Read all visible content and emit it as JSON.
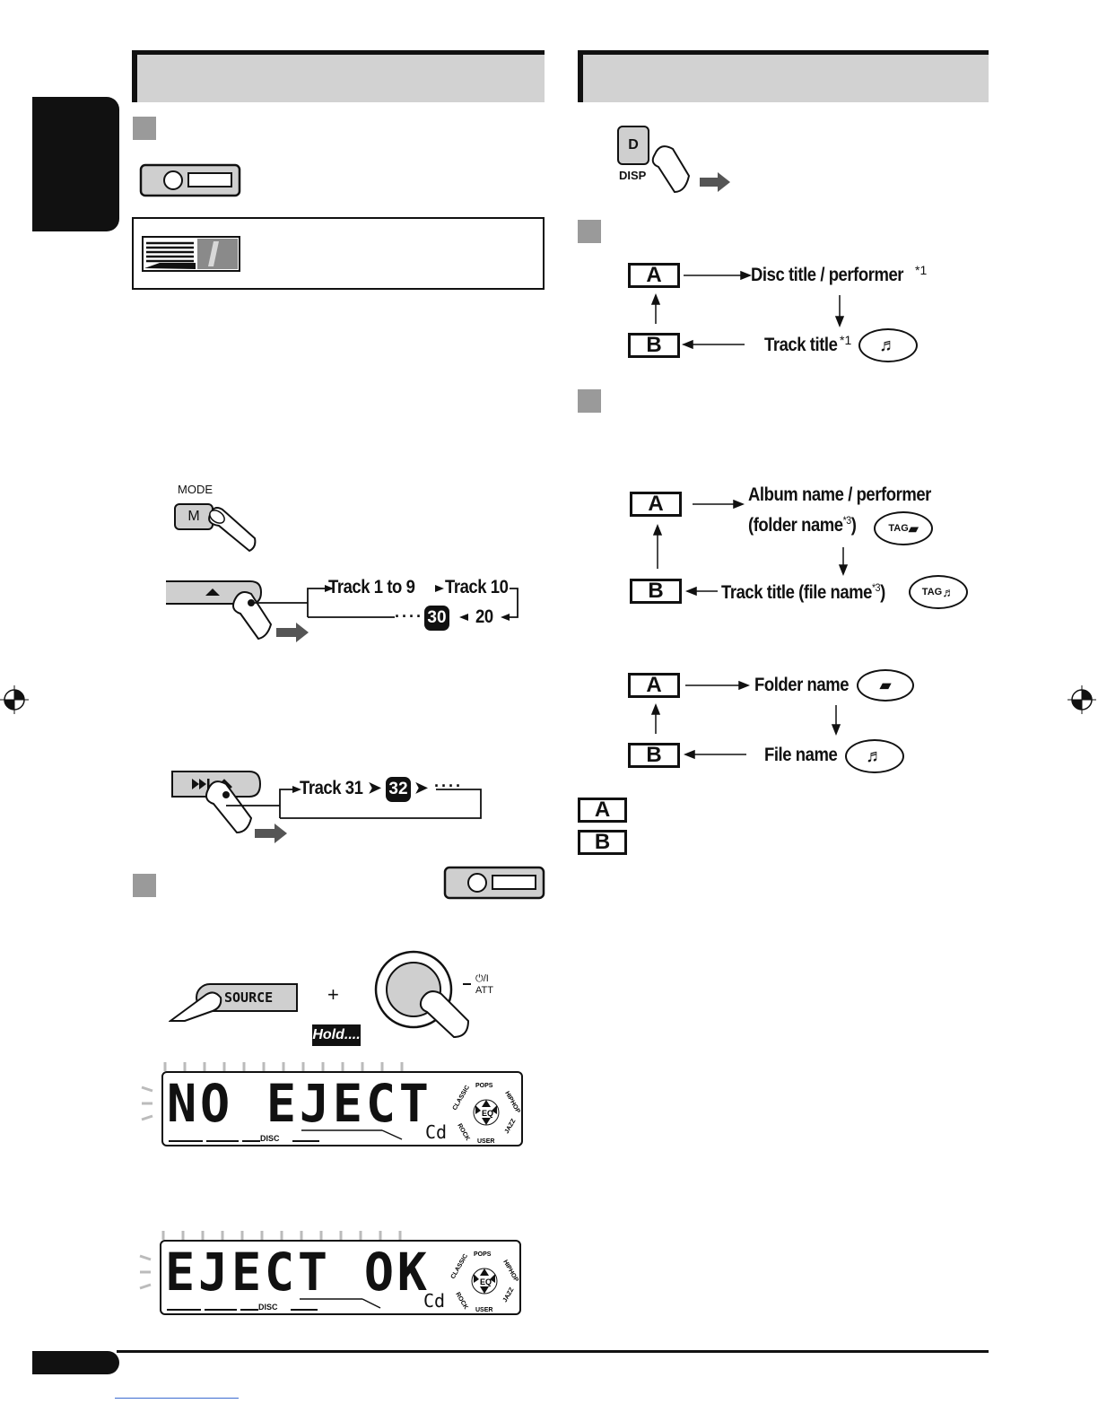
{
  "side_tab": {
    "color": "#111111"
  },
  "left_column": {
    "step1": {},
    "mode": {
      "label": "MODE",
      "key": "M"
    },
    "seq1": {
      "a": "Track 1 to 9",
      "b": "Track 10",
      "c": "30",
      "d": "20"
    },
    "seq2": {
      "a": "Track 31",
      "b": "32"
    },
    "hold": "Hold....",
    "source_label": "SOURCE",
    "power_label": "⏻/I",
    "att_label": "ATT",
    "lcd1": {
      "text": "NO EJECT",
      "cd": "Cd",
      "disc": "DISC",
      "eq": [
        "POPS",
        "HIPHOP",
        "JAZZ",
        "USER",
        "ROCK",
        "CLASSIC",
        "EQ"
      ]
    },
    "lcd2": {
      "text": "EJECT OK",
      "cd": "Cd",
      "disc": "DISC"
    }
  },
  "right_column": {
    "disp": {
      "key": "D",
      "label": "DISP"
    },
    "cd_flow": {
      "a": "A",
      "b": "B",
      "top": "Disc title / performer",
      "top_note": "*1",
      "bottom": "Track title",
      "bottom_note": "*1"
    },
    "mp3_flow1": {
      "a": "A",
      "b": "B",
      "line1": "Album name / performer",
      "line2": "(folder name",
      "line2_note": "*3",
      "line2_end": ")",
      "bottom": "Track title (file name",
      "bottom_note": "*3",
      "bottom_end": ")",
      "tag": "TAG"
    },
    "mp3_flow2": {
      "a": "A",
      "b": "B",
      "top": "Folder name",
      "bottom": "File name"
    },
    "legend": {
      "a": "A",
      "b": "B"
    }
  }
}
